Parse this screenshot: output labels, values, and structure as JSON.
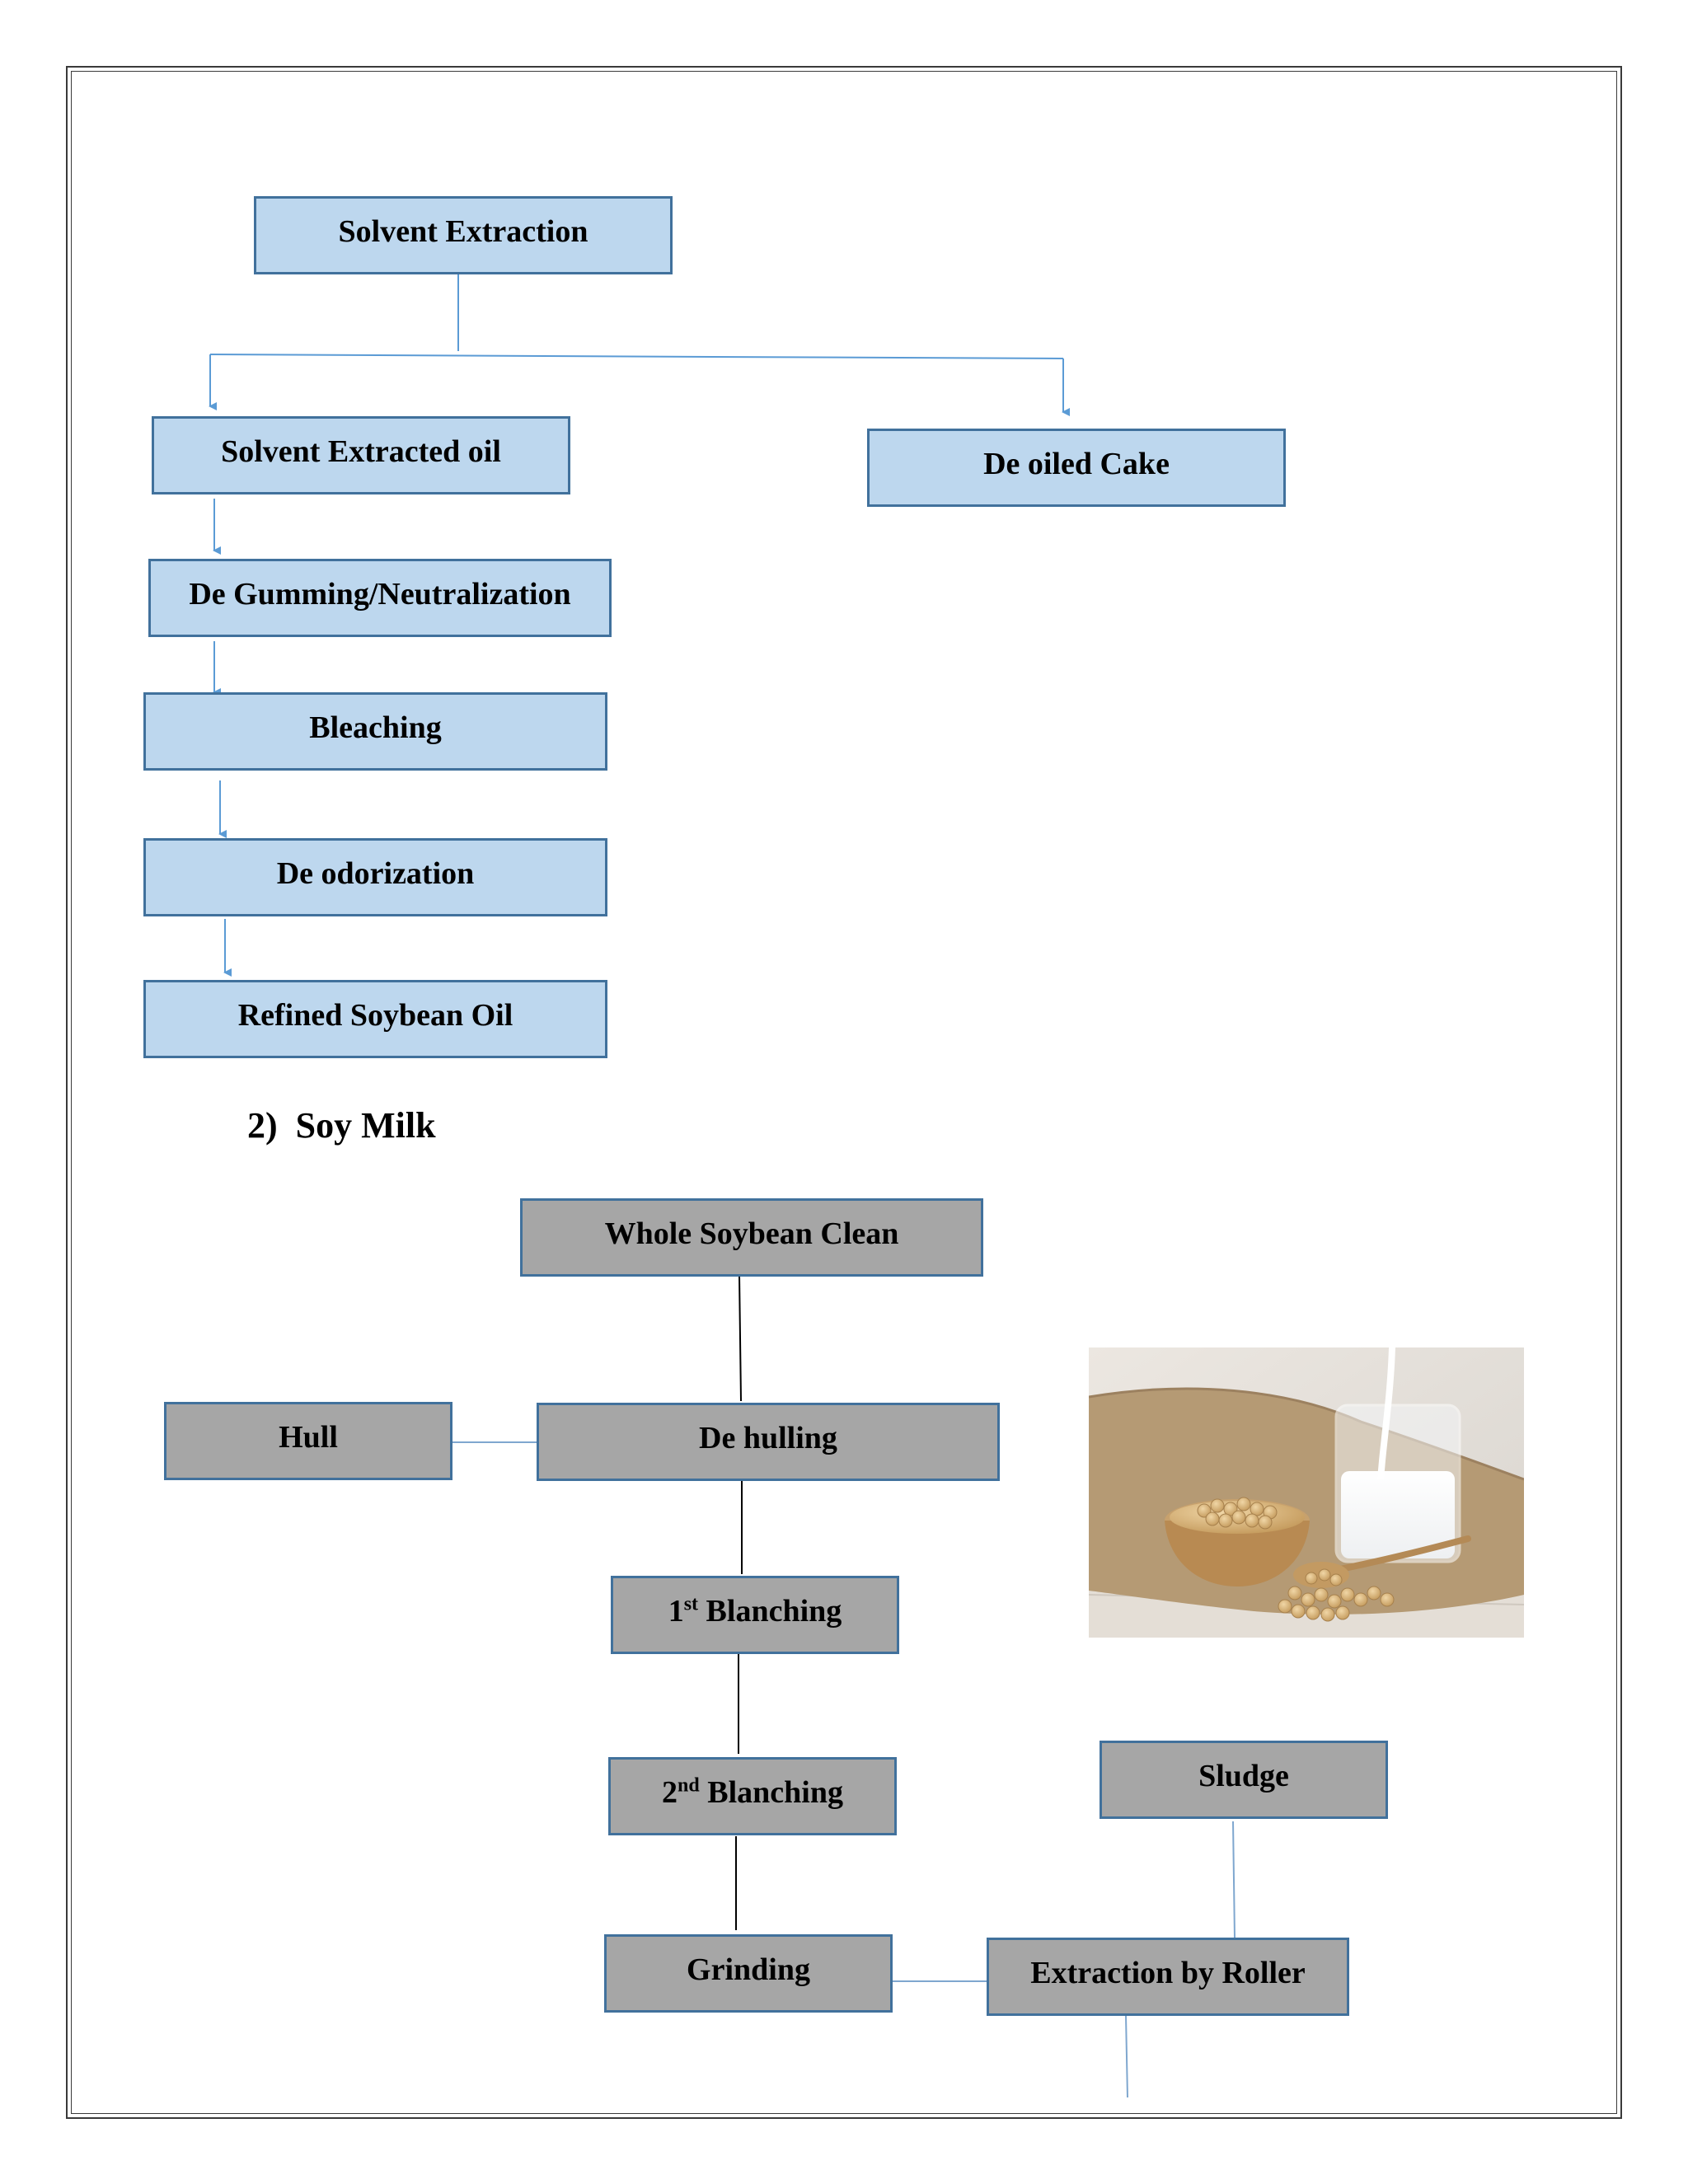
{
  "oil_flow": {
    "solvent_extraction": "Solvent Extraction",
    "solvent_extracted_oil": "Solvent Extracted oil",
    "de_oiled_cake": "De oiled Cake",
    "de_gumming": "De Gumming/Neutralization",
    "bleaching": "Bleaching",
    "de_odorization": "De odorization",
    "refined_oil": "Refined Soybean Oil"
  },
  "soy_milk": {
    "section_number": "2)",
    "section_title": "Soy Milk",
    "whole_soybean_clean": "Whole Soybean Clean",
    "hull": "Hull",
    "de_hulling": "De hulling",
    "blanching_1_num": "1",
    "blanching_1_sup": "st",
    "blanching_1_text": "Blanching",
    "blanching_2_num": "2",
    "blanching_2_sup": "nd",
    "blanching_2_text": "Blanching",
    "grinding": "Grinding",
    "extraction_by_roller": "Extraction by Roller",
    "sludge": "Sludge"
  },
  "colors": {
    "blue_box_fill": "#bdd7ee",
    "gray_box_fill": "#a6a6a6",
    "box_border": "#41719c",
    "arrow": "#5b9bd5"
  }
}
